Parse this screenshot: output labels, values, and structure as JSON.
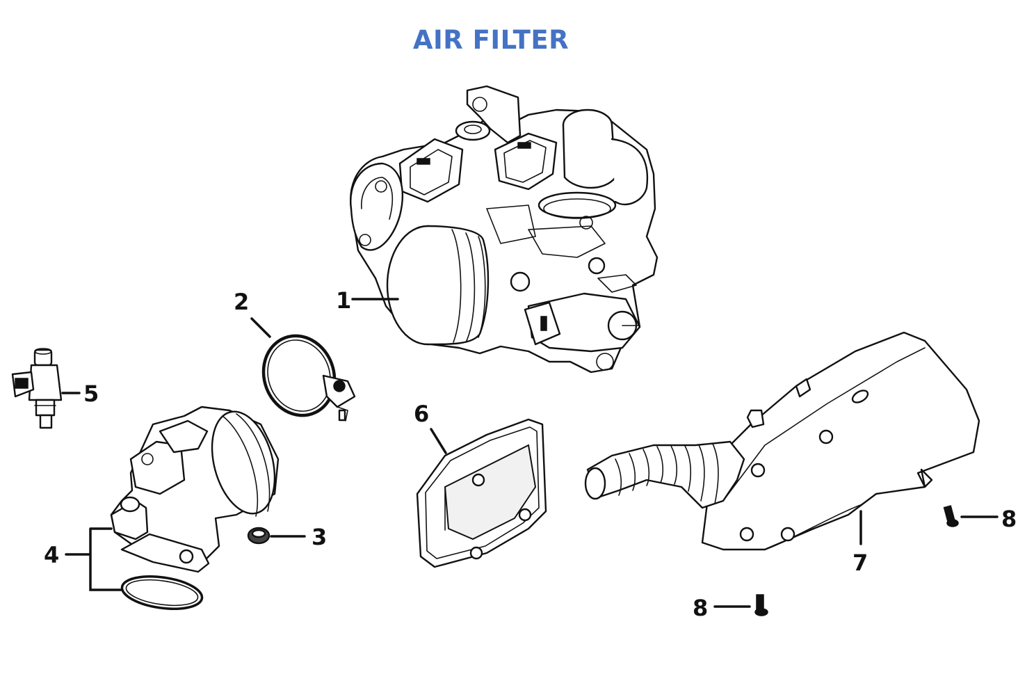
{
  "title": "AIR FILTER",
  "callouts": [
    {
      "id": "1",
      "label": "1"
    },
    {
      "id": "2",
      "label": "2"
    },
    {
      "id": "3",
      "label": "3"
    },
    {
      "id": "4",
      "label": "4"
    },
    {
      "id": "5",
      "label": "5"
    },
    {
      "id": "6",
      "label": "6"
    },
    {
      "id": "7",
      "label": "7"
    },
    {
      "id": "8a",
      "label": "8"
    },
    {
      "id": "8b",
      "label": "8"
    }
  ],
  "colors": {
    "title": "#4472c4",
    "line_art": "#111111",
    "background": "#ffffff"
  }
}
